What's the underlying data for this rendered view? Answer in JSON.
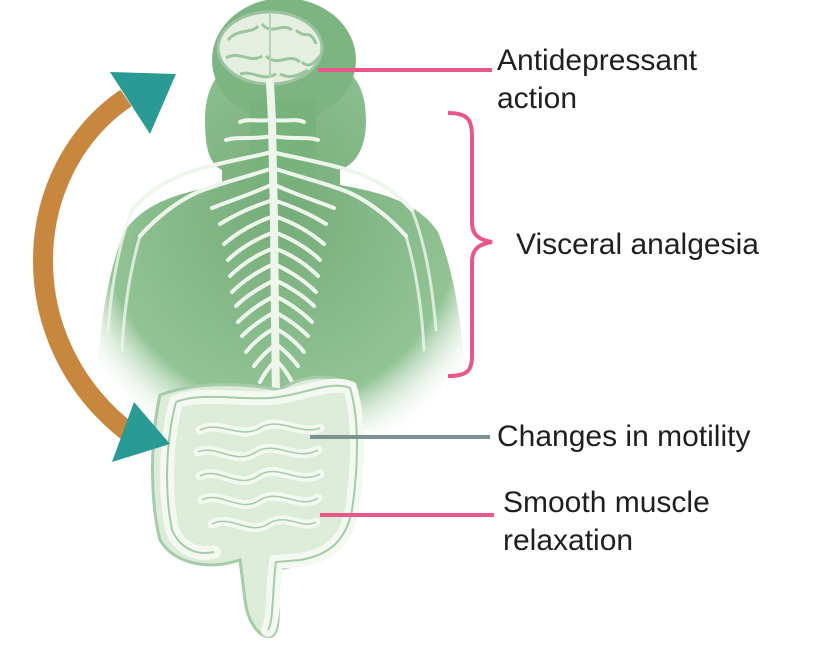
{
  "labels": {
    "antidepressant": {
      "line1": "Antidepressant",
      "line2": "action"
    },
    "visceral": "Visceral analgesia",
    "motility": "Changes in motility",
    "smooth_muscle": {
      "line1": "Smooth muscle",
      "line2": "relaxation"
    }
  },
  "colors": {
    "body": "#7fb784",
    "body_light": "#cfe6cf",
    "nerves": "#eef6ec",
    "arrow_arc": "#c8873f",
    "arrowhead": "#2a9a95",
    "pink_lines": "#e8578a",
    "gray_line": "#7f9293"
  }
}
